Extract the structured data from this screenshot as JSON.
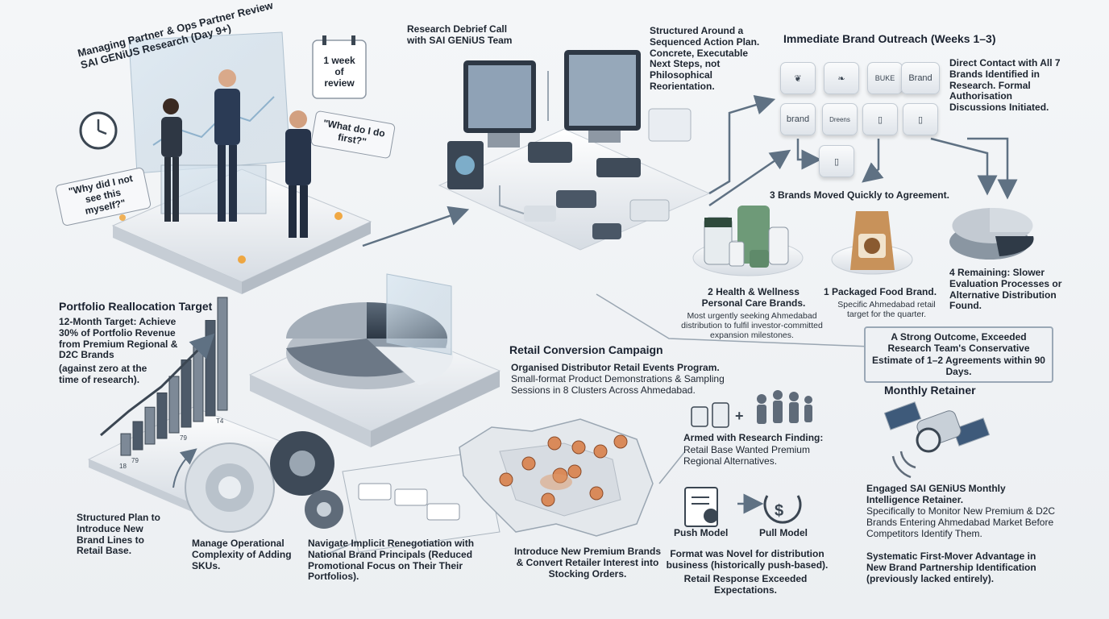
{
  "meeting": {
    "panel_title": "Managing Partner & Ops Partner Review SAI GENiUS Research (Day 9+)",
    "bubble_week": "1 week of review",
    "bubble_first": "\"What do I do first?\"",
    "bubble_why": "\"Why did I not see this myself?\""
  },
  "debrief": {
    "title": "Research Debrief Call with SAI GENiUS Team",
    "structured": "Structured Around a Sequenced Action Plan. Concrete, Executable Next Steps, not Philosophical Reorientation."
  },
  "outreach": {
    "title": "Immediate Brand Outreach (Weeks 1–3)",
    "description": "Direct Contact with All 7 Brands Identified in Research. Formal Authorisation Discussions Initiated.",
    "brands": [
      "",
      "",
      "BUKE",
      "Brand",
      "brand",
      "Dreens",
      "",
      ""
    ],
    "moved": "3 Brands Moved Quickly to Agreement.",
    "health_title": "2 Health & Wellness Personal Care Brands.",
    "health_desc": "Most urgently seeking Ahmedabad distribution to fulfil investor-committed expansion milestones.",
    "food_title": "1 Packaged Food Brand.",
    "food_desc": "Specific Ahmedabad retail target for the quarter.",
    "remaining": "4 Remaining: Slower Evaluation Processes or Alternative Distribution Found.",
    "outcome": "A Strong Outcome, Exceeded Research Team's Conservative Estimate of 1–2 Agreements within 90 Days."
  },
  "portfolio": {
    "title": "Portfolio Reallocation Target",
    "target": "12-Month Target: Achieve 30% of Portfolio Revenue from Premium Regional & D2C Brands",
    "note": "(against zero at the time of research).",
    "bar_labels": [
      "18",
      "79",
      "",
      "",
      "",
      "79",
      "",
      "",
      "T4"
    ],
    "structured_plan": "Structured Plan to Introduce New Brand Lines to Retail Base.",
    "manage": "Manage Operational Complexity of Adding SKUs.",
    "navigate": "Navigate Implicit Renegotiation with National Brand Principals (Reduced Promotional Focus on Their Their Portfolios)."
  },
  "campaign": {
    "title": "Retail Conversion Campaign",
    "program": "Organised Distributor Retail Events Program.",
    "program_desc": "Small-format Product Demonstrations & Sampling Sessions in 8 Clusters Across Ahmedabad.",
    "armed_title": "Armed with Research Finding:",
    "armed_desc": "Retail Base Wanted Premium Regional Alternatives.",
    "push": "Push Model",
    "pull": "Pull Model",
    "introduce": "Introduce New Premium Brands & Convert Retailer Interest into Stocking Orders.",
    "format": "Format was Novel for distribution business (historically push-based).",
    "response": "Retail Response Exceeded Expectations."
  },
  "retainer": {
    "title": "Monthly Retainer",
    "engaged": "Engaged SAI GENiUS Monthly Intelligence Retainer.",
    "engaged_desc": "Specifically to Monitor New Premium & D2C Brands Entering Ahmedabad Market Before Competitors Identify Them.",
    "advantage": "Systematic First-Mover Advantage in New Brand Partnership Identification (previously lacked entirely)."
  },
  "chart_data": {
    "type": "bar",
    "categories": [
      "18",
      "79",
      "",
      "",
      "",
      "79",
      "",
      "",
      "T4"
    ],
    "values": [
      1,
      1.3,
      1.7,
      2.1,
      2.6,
      3.1,
      3.7,
      4.4,
      5.2
    ]
  },
  "colors": {
    "accent": "#5f7183",
    "text": "#1d2530",
    "glow": "#f0a030"
  }
}
